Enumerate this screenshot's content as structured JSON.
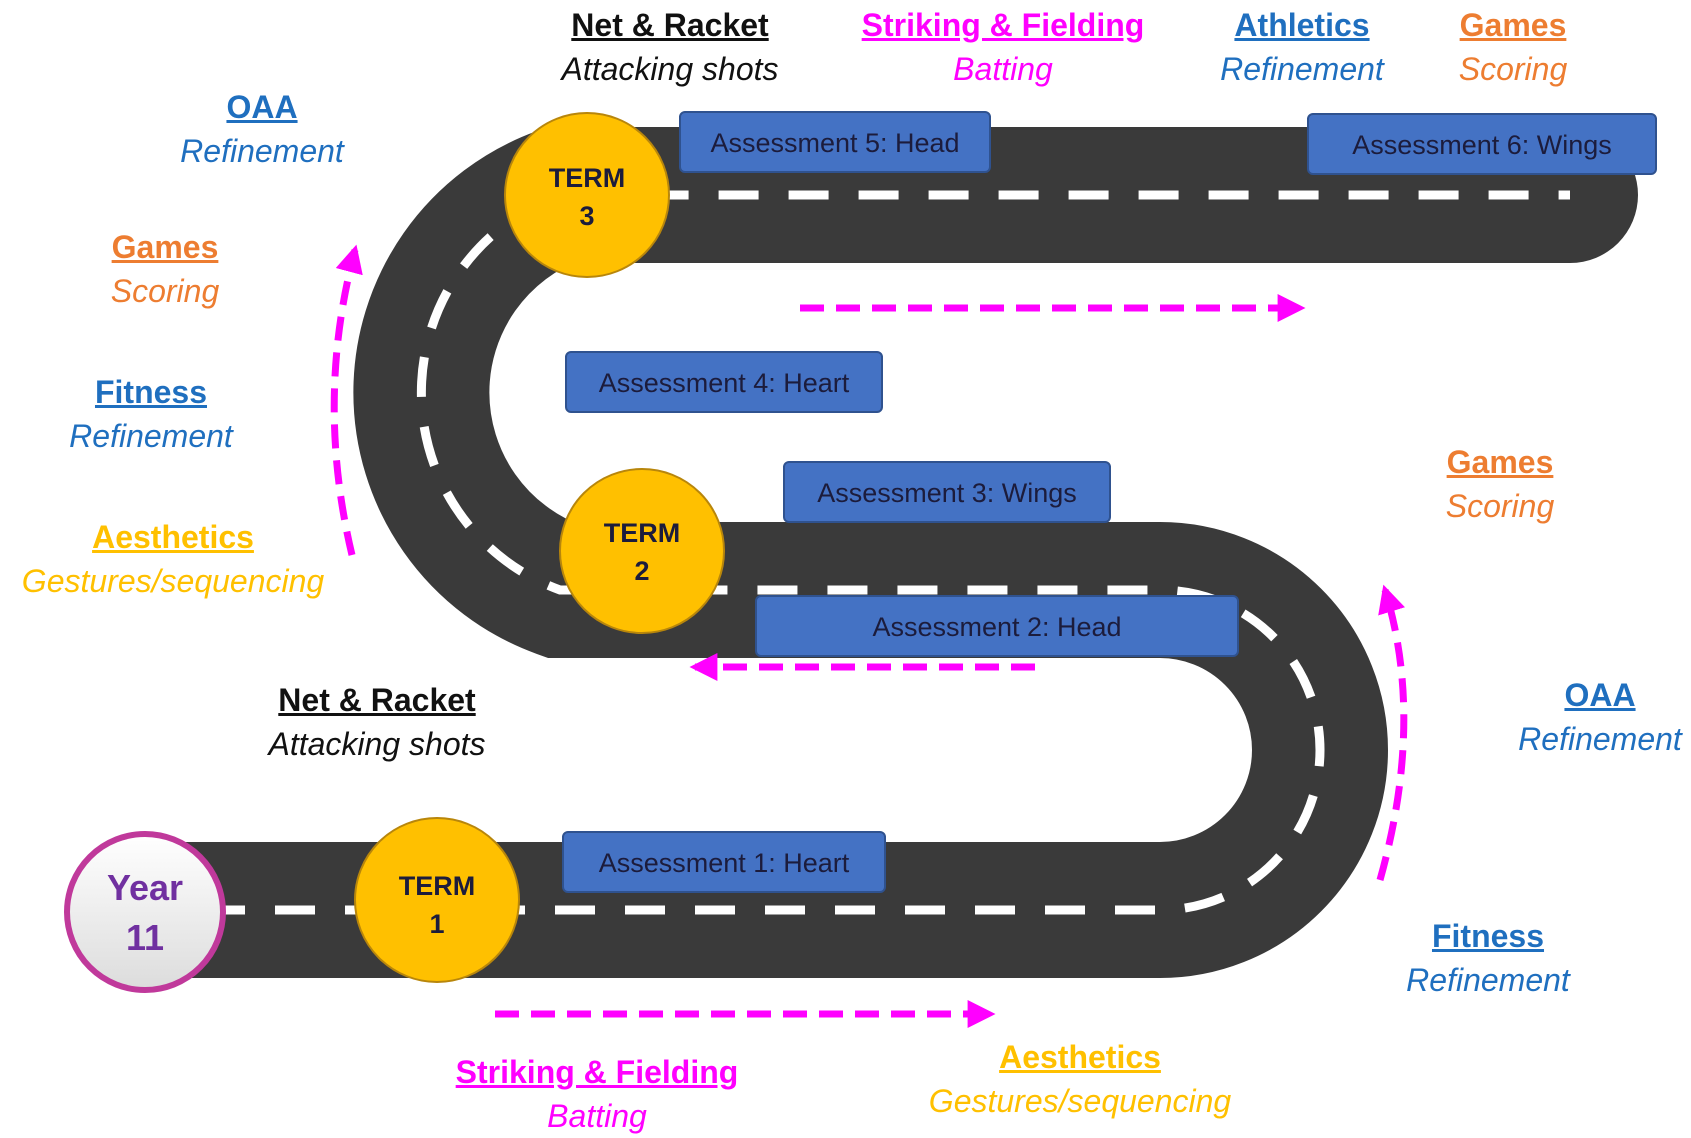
{
  "colors": {
    "road": "#3a3a3a",
    "dash": "#ffffff",
    "term_fill": "#ffc000",
    "term_stroke": "#b8860b",
    "assessment_fill": "#4472c4",
    "assessment_stroke": "#2f528f",
    "arrow": "#ff00ff",
    "year_ring": "#c0399b",
    "year_text": "#7030a0",
    "black": "#111111",
    "magenta": "#ff00ff",
    "blue": "#1f6fbf",
    "orange": "#ed7d31",
    "gold": "#ffc000"
  },
  "year": {
    "line1": "Year",
    "line2": "11"
  },
  "terms": [
    {
      "line1": "TERM",
      "line2": "1"
    },
    {
      "line1": "TERM",
      "line2": "2"
    },
    {
      "line1": "TERM",
      "line2": "3"
    }
  ],
  "assessments": [
    "Assessment 1: Heart",
    "Assessment 2: Head",
    "Assessment 3: Wings",
    "Assessment 4: Heart",
    "Assessment 5: Head",
    "Assessment 6: Wings"
  ],
  "topics": [
    {
      "title": "Net & Racket",
      "subtitle": "Attacking shots",
      "color": "black"
    },
    {
      "title": "Striking & Fielding",
      "subtitle": "Batting",
      "color": "magenta"
    },
    {
      "title": "Aesthetics",
      "subtitle": "Gestures/sequencing",
      "color": "gold"
    },
    {
      "title": "Fitness",
      "subtitle": "Refinement",
      "color": "blue"
    },
    {
      "title": "OAA",
      "subtitle": "Refinement",
      "color": "blue"
    },
    {
      "title": "Games",
      "subtitle": "Scoring",
      "color": "orange"
    },
    {
      "title": "Aesthetics",
      "subtitle": "Gestures/sequencing",
      "color": "gold"
    },
    {
      "title": "Fitness",
      "subtitle": "Refinement",
      "color": "blue"
    },
    {
      "title": "Games",
      "subtitle": "Scoring",
      "color": "orange"
    },
    {
      "title": "OAA",
      "subtitle": "Refinement",
      "color": "blue"
    },
    {
      "title": "Net & Racket",
      "subtitle": "Attacking shots",
      "color": "black"
    },
    {
      "title": "Striking & Fielding",
      "subtitle": "Batting",
      "color": "magenta"
    },
    {
      "title": "Athletics",
      "subtitle": "Refinement",
      "color": "blue"
    },
    {
      "title": "Games",
      "subtitle": "Scoring",
      "color": "orange"
    }
  ]
}
